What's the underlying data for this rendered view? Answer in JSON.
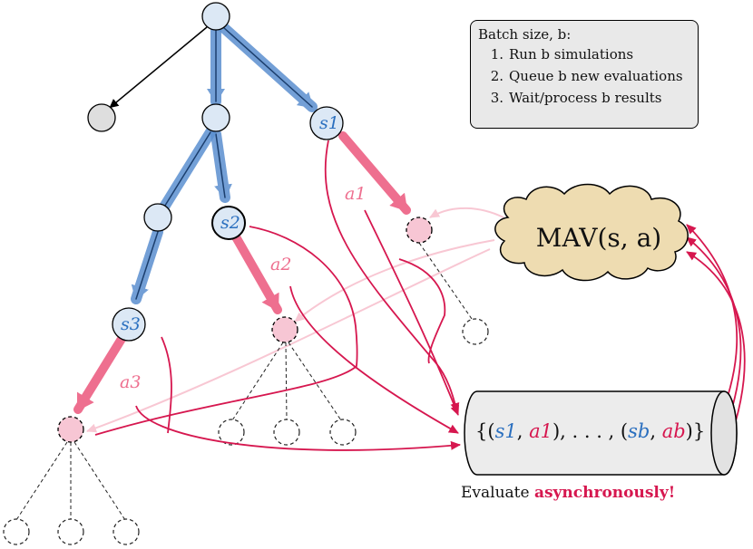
{
  "batch_box": {
    "title": "Batch size, b:",
    "steps": [
      "Run b simulations",
      "Queue b new evaluations",
      "Wait/process b results"
    ]
  },
  "mav_label": "MAV(s, a)",
  "queue_label": {
    "open": "{(",
    "s1": "s1",
    "a1": "a1",
    "middle": "), . . . , (",
    "sb": "sb",
    "ab": "ab",
    "close": ")}"
  },
  "caption": {
    "prefix": "Evaluate ",
    "emphasis": "asynchronously!"
  },
  "node_labels": {
    "s1": "s1",
    "s2": "s2",
    "s3": "s3",
    "a1": "a1",
    "a2": "a2",
    "a3": "a3"
  },
  "colors": {
    "node_fill": "#dce8f5",
    "leaf_fill": "#dedede",
    "pending_fill": "#f7c6d4",
    "blue_path": "#5b8fd0",
    "pink_action": "#ee6f8f",
    "red_line": "#d6174f",
    "light_pink": "#f8c7d3",
    "cloud": "#eedcb1",
    "queue_fill": "#ececec"
  }
}
